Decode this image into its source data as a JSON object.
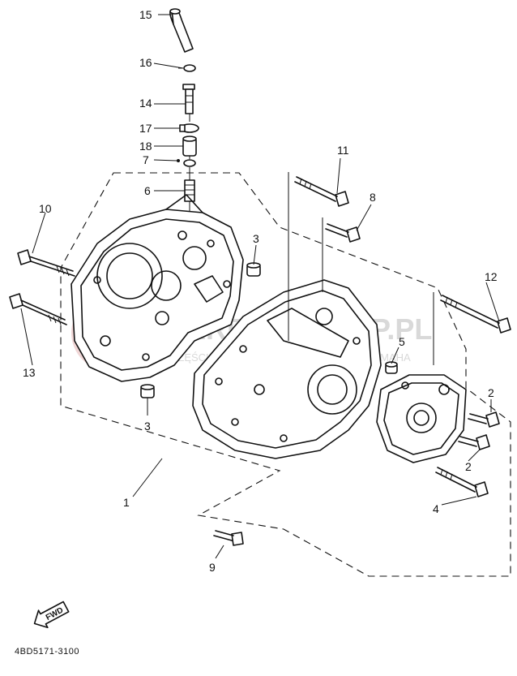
{
  "diagram": {
    "drawing_code": "4BD5171-3100",
    "fwd_label": "FWD",
    "watermark": {
      "main": "ARRAKCREEP.PL",
      "sub": "CZĘŚCI ORYGINALNE DO MOTOCYKLI YAMAHA"
    },
    "callouts": [
      {
        "id": "c15",
        "label": "15"
      },
      {
        "id": "c16",
        "label": "16"
      },
      {
        "id": "c14",
        "label": "14"
      },
      {
        "id": "c17",
        "label": "17"
      },
      {
        "id": "c18",
        "label": "18"
      },
      {
        "id": "c7",
        "label": "7"
      },
      {
        "id": "c6",
        "label": "6"
      },
      {
        "id": "c11",
        "label": "11"
      },
      {
        "id": "c8",
        "label": "8"
      },
      {
        "id": "c10",
        "label": "10"
      },
      {
        "id": "c3a",
        "label": "3"
      },
      {
        "id": "c12",
        "label": "12"
      },
      {
        "id": "c13",
        "label": "13"
      },
      {
        "id": "c5",
        "label": "5"
      },
      {
        "id": "c3b",
        "label": "3"
      },
      {
        "id": "c2a",
        "label": "2"
      },
      {
        "id": "c2b",
        "label": "2"
      },
      {
        "id": "c1",
        "label": "1"
      },
      {
        "id": "c4",
        "label": "4"
      },
      {
        "id": "c9",
        "label": "9"
      }
    ]
  }
}
